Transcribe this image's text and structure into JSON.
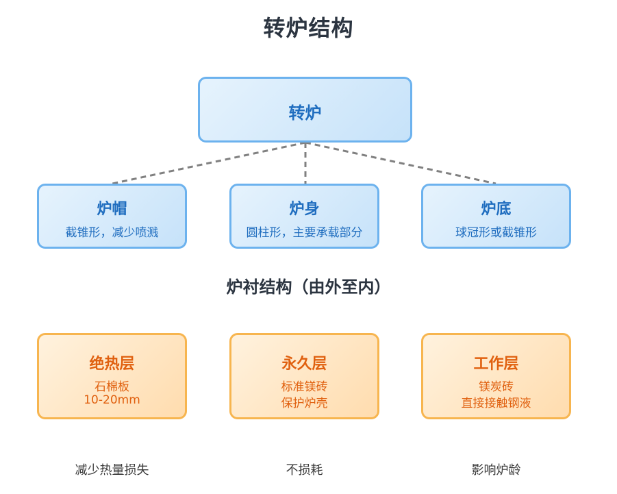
{
  "title": "转炉结构",
  "root": {
    "label": "转炉"
  },
  "parts": [
    {
      "label": "炉帽",
      "desc": "截锥形，减少喷溅"
    },
    {
      "label": "炉身",
      "desc": "圆柱形，主要承载部分"
    },
    {
      "label": "炉底",
      "desc": "球冠形或截锥形"
    }
  ],
  "lining_section_title": "炉衬结构（由外至内）",
  "layers": [
    {
      "label": "绝热层",
      "line1": "石棉板",
      "line2": "10-20mm",
      "note": "减少热量损失"
    },
    {
      "label": "永久层",
      "line1": "标准镁砖",
      "line2": "保护炉壳",
      "note": "不损耗"
    },
    {
      "label": "工作层",
      "line1": "镁炭砖",
      "line2": "直接接触钢液",
      "note": "影响炉龄"
    }
  ],
  "colors": {
    "title_text": "#2b3440",
    "blue_border": "#6cb2ee",
    "blue_text": "#1f6dbf",
    "orange_border": "#f7b54f",
    "orange_text": "#e0600f",
    "connector": "#808080",
    "note_text": "#3b3b3b"
  }
}
